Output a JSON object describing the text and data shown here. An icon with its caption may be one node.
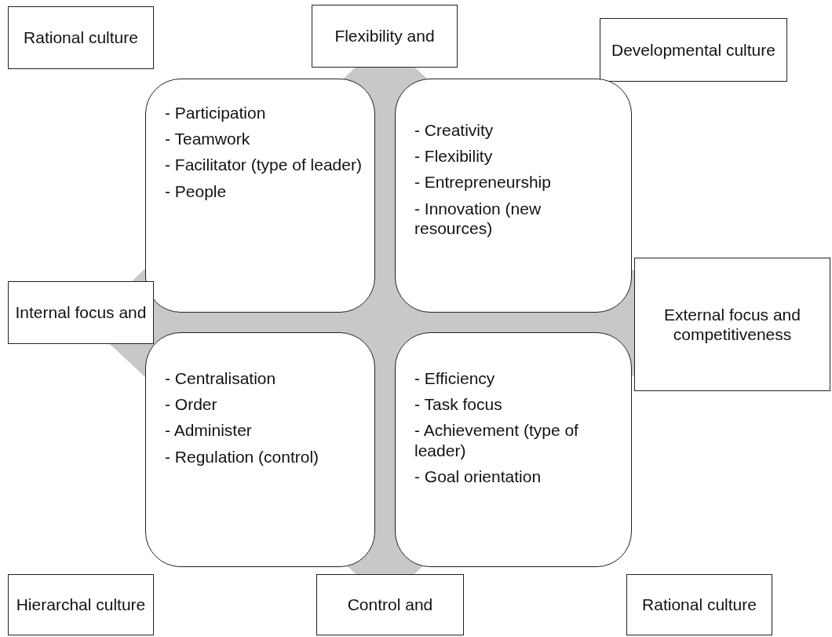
{
  "diagram": {
    "nodes": [
      {
        "text": [
          "Rational culture"
        ]
      },
      {
        "text": [
          "Flexibility and"
        ]
      },
      {
        "text": [
          "Developmental culture"
        ]
      },
      {
        "text": [
          "- Participation",
          "- Teamwork",
          "- Facilitator (type of leader)",
          "- People"
        ]
      },
      {
        "text": [
          "- Creativity",
          "- Flexibility",
          "- Entrepreneurship",
          "- Innovation (new resources)"
        ]
      },
      {
        "text": [
          "Internal focus and"
        ]
      },
      {
        "text": [
          "External focus and competitiveness"
        ]
      },
      {
        "text": [
          "- Centralisation",
          "- Order",
          "- Administer",
          "- Regulation (control)"
        ]
      },
      {
        "text": [
          "- Efficiency",
          "- Task focus",
          "- Achievement (type of leader)",
          "- Goal orientation"
        ]
      },
      {
        "text": [
          "Hierarchal culture"
        ]
      },
      {
        "text": [
          "Control and"
        ]
      },
      {
        "text": [
          "Rational culture"
        ]
      }
    ],
    "edges": []
  }
}
